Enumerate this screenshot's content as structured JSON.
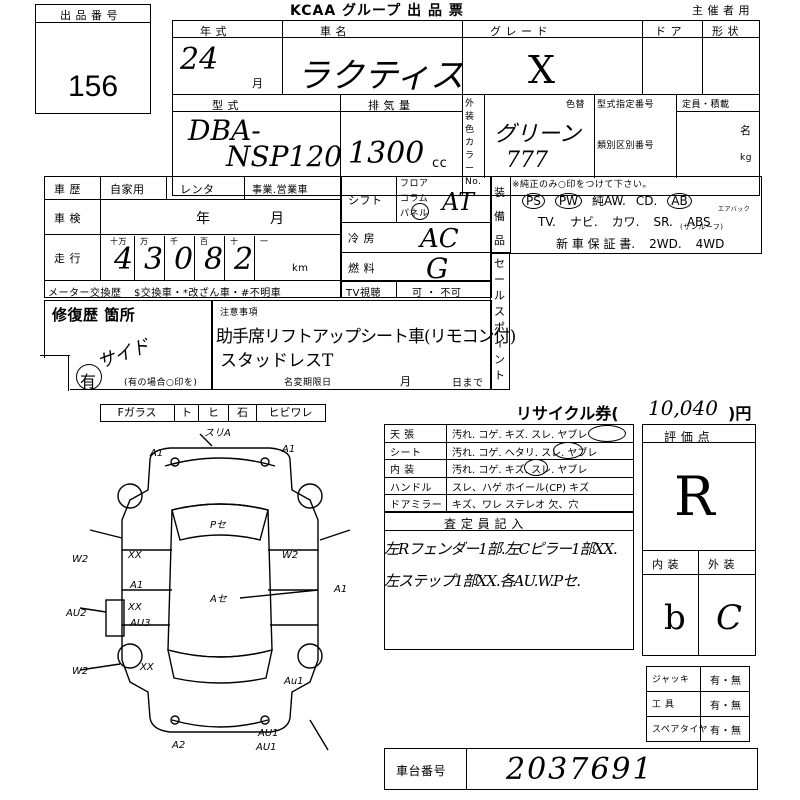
{
  "header": {
    "title": "KCAA グループ 出 品 票",
    "organizer_label": "主 催 者 用",
    "lot_label": "出 品 番 号",
    "lot_number": "156"
  },
  "row1": {
    "year_label": "年 式",
    "car_label": "車 名",
    "grade_label": "グ レ ー ド",
    "door_label": "ド ア",
    "shape_label": "形 状",
    "year_value": "24",
    "month_unit": "月",
    "car_value": "ラクティス",
    "grade_value": "X"
  },
  "row2": {
    "model_label": "型 式",
    "disp_label": "排 気 量",
    "exterior_label": "外装色 カラーNo.",
    "color_label": "色替",
    "type_no_label": "型式指定番号",
    "class_no_label": "類別区別番号",
    "capacity_label": "定員・積載",
    "capacity_unit_person": "名",
    "capacity_unit_kg": "kg",
    "model_value_1": "DBA-",
    "model_value_2": "NSP120",
    "disp_value": "1300",
    "disp_unit": "cc",
    "color_value": "グリーン",
    "color_no_value": "777"
  },
  "history": {
    "label": "車 歴",
    "options": [
      "自家用",
      "レンタ",
      "事業.営業車"
    ],
    "inspection_label": "車 検",
    "year_unit": "年",
    "month_unit": "月",
    "mileage_label": "走 行",
    "mileage_places": [
      "十万",
      "万",
      "千",
      "百",
      "十",
      "一"
    ],
    "mileage_digits": [
      "4",
      "3",
      "0",
      "8",
      "2"
    ],
    "km_unit": "km",
    "meter_label": "メーター交換歴",
    "meter_options": "$交換車・*改ざん車・#不明車",
    "tv_label": "TV視聴",
    "tv_options": "可 ・ 不可"
  },
  "specs": {
    "shift_label": "シフト",
    "shift_options": [
      "フロア",
      "コラム",
      "パネル"
    ],
    "shift_value": "AT",
    "ac_label": "冷 房",
    "ac_value": "AC",
    "fuel_label": "燃 料",
    "fuel_value": "G"
  },
  "equipment": {
    "label": "装備品",
    "note": "※純正のみ○印をつけて下さい。",
    "line1": [
      "PS",
      "PW",
      "純AW.",
      "CD.",
      "AB"
    ],
    "airbag_sub": "エアバック",
    "line2": [
      "TV.",
      "ナビ.",
      "カワ.",
      "SR.",
      "ABS"
    ],
    "sunroof_sub": "(サンルーフ)",
    "line3": [
      "新 車 保 証 書.",
      "2WD.",
      "4WD"
    ]
  },
  "repair": {
    "label": "修復歴 箇所",
    "value": "サイド",
    "yes_mark": "有",
    "yes_note": "(有の場合○印を)"
  },
  "notes": {
    "label": "注意事項",
    "line1": "助手席リフトアップシート車(リモコン付)",
    "line2": "スタッドレスT",
    "transfer_label": "名変期限日",
    "month_unit": "月",
    "day_unit": "日まで"
  },
  "sales_point_label": "セールスポイント",
  "glass": {
    "options": [
      "Fガラス",
      "ト",
      "ヒ",
      "石",
      "ヒビワレ"
    ]
  },
  "recycle": {
    "label": "リサイクル券(",
    "value": "10,040",
    "unit": ")円"
  },
  "interior_table": {
    "rows": [
      {
        "label": "天 張",
        "options": "汚れ. コゲ. キズ. スレ. ヤブレ"
      },
      {
        "label": "シート",
        "options": "汚れ. コゲ. ヘタリ. スレ. ヤブレ"
      },
      {
        "label": "内 装",
        "options": "汚れ. コゲ. キズ. スレ. ヤブレ"
      },
      {
        "label": "ハンドル",
        "options": "スレ、ハゲ ホイール(CP) キズ"
      },
      {
        "label": "ドアミラー",
        "options": "キズ、ワレ ステレオ 欠、穴"
      }
    ]
  },
  "inspector": {
    "label": "査 定 員 記 入",
    "line1": "左Rフェンダー1部.左Cピラー1部XX.",
    "line2": "左ステップ1部XX.各AU.W.Pセ."
  },
  "rating": {
    "label": "評 価 点",
    "value": "R",
    "interior_label": "内 装",
    "exterior_label": "外 装",
    "interior_value": "b",
    "exterior_value": "C"
  },
  "tools": {
    "rows": [
      {
        "label": "ジャッキ",
        "options": "有・無"
      },
      {
        "label": "工 具",
        "options": "有・無"
      },
      {
        "label": "スペアタイヤ",
        "options": "有・無"
      }
    ]
  },
  "chassis": {
    "label": "車台番号",
    "value": "2037691"
  },
  "diagram_marks": [
    "スリA",
    "A1",
    "A1",
    "Pセ",
    "Aセ",
    "W2",
    "W2",
    "XX",
    "A1",
    "AU2",
    "XX",
    "AU3",
    "A1",
    "W2",
    "Au1",
    "AU1",
    "A2",
    "AU1",
    "XX"
  ]
}
